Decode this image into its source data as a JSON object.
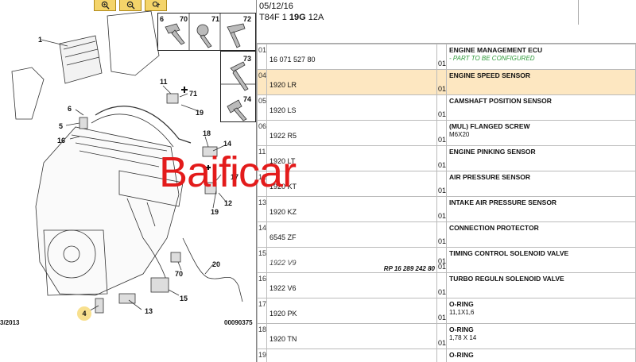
{
  "watermark": "Baificar",
  "diagram": {
    "footer_left": "3/2013",
    "footer_right": "00090375",
    "hardware_nums": [
      "6",
      "70",
      "71",
      "72",
      "73",
      "74"
    ],
    "callouts": [
      {
        "id": "1",
        "text": "1"
      },
      {
        "id": "11",
        "text": "11"
      },
      {
        "id": "71",
        "text": "71"
      },
      {
        "id": "6",
        "text": "6"
      },
      {
        "id": "19a",
        "text": "19"
      },
      {
        "id": "5",
        "text": "5"
      },
      {
        "id": "16",
        "text": "16"
      },
      {
        "id": "18",
        "text": "18"
      },
      {
        "id": "14",
        "text": "14"
      },
      {
        "id": "17",
        "text": "17"
      },
      {
        "id": "19b",
        "text": "19"
      },
      {
        "id": "12",
        "text": "12"
      },
      {
        "id": "20",
        "text": "20"
      },
      {
        "id": "70",
        "text": "70"
      },
      {
        "id": "15",
        "text": "15"
      },
      {
        "id": "13",
        "text": "13"
      },
      {
        "id": "4",
        "text": "4"
      }
    ]
  },
  "header": {
    "date": "05/12/16",
    "ref_prefix": "T84F 1 ",
    "ref_bold": "19G",
    "ref_suffix": " 12A"
  },
  "parts": [
    {
      "idx": "01",
      "code": "16 071 527 80",
      "qty": "01",
      "desc": "ENGINE MANAGEMENT ECU",
      "sub": "- PART TO BE CONFIGURED",
      "sub_green": true
    },
    {
      "idx": "04",
      "code": "1920 LR",
      "qty": "01",
      "desc": "ENGINE SPEED SENSOR",
      "sub": "",
      "selected": true
    },
    {
      "idx": "05",
      "code": "1920 LS",
      "qty": "01",
      "desc": "CAMSHAFT POSITION SENSOR",
      "sub": ""
    },
    {
      "idx": "06",
      "code": "1922 R5",
      "qty": "01",
      "desc": "(MUL) FLANGED SCREW",
      "sub": "M6X20"
    },
    {
      "idx": "11",
      "code": "1920 LT",
      "qty": "01",
      "desc": "ENGINE PINKING SENSOR",
      "sub": ""
    },
    {
      "idx": "12",
      "code": "1920 KT",
      "qty": "01",
      "desc": "AIR PRESSURE SENSOR",
      "sub": ""
    },
    {
      "idx": "13",
      "code": "1920 KZ",
      "qty": "01",
      "desc": "INTAKE AIR PRESSURE SENSOR",
      "sub": ""
    },
    {
      "idx": "14",
      "code": "6545 ZF",
      "qty": "01",
      "desc": "CONNECTION PROTECTOR",
      "sub": ""
    },
    {
      "idx": "15",
      "code": "1922 V9",
      "qty": "01",
      "desc": "TIMING CONTROL SOLENOID VALVE",
      "sub": "",
      "italic": true,
      "rp": "RP 16 289 242 80",
      "qty2": "01"
    },
    {
      "idx": "16",
      "code": "1922 V6",
      "qty": "01",
      "desc": "TURBO REGULN SOLENOID VALVE",
      "sub": ""
    },
    {
      "idx": "17",
      "code": "1920 PK",
      "qty": "01",
      "desc": "O-RING",
      "sub": "11,1X1,6"
    },
    {
      "idx": "18",
      "code": "1920 TN",
      "qty": "01",
      "desc": "O-RING",
      "sub": "1,78 X 14"
    },
    {
      "idx": "19",
      "code": "",
      "qty": "",
      "desc": "O-RING",
      "sub": ""
    }
  ]
}
